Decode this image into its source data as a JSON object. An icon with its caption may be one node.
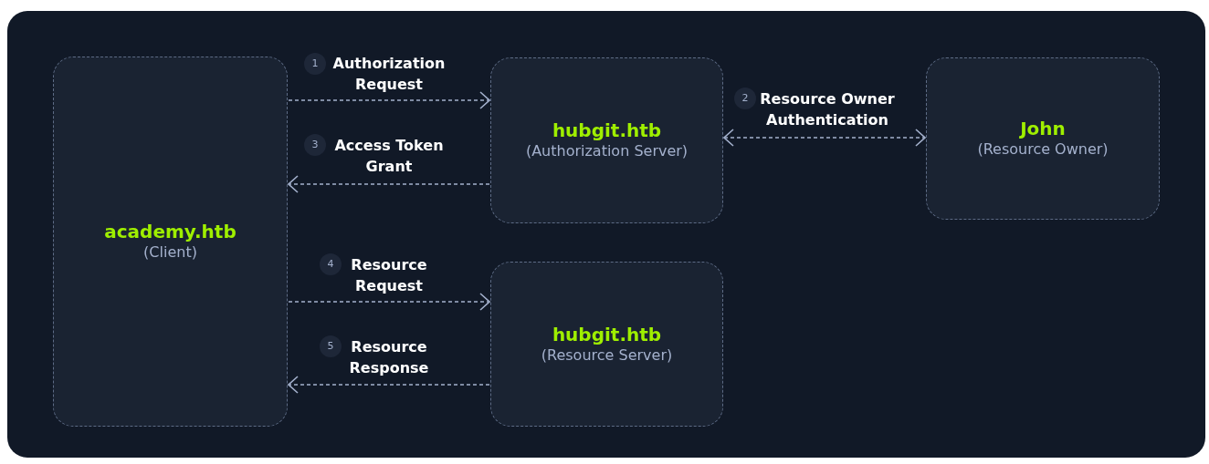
{
  "diagram": {
    "nodes": [
      {
        "text": [
          "academy.htb",
          "(Client)"
        ]
      },
      {
        "text": [
          "hubgit.htb",
          "(Authorization Server)"
        ]
      },
      {
        "text": [
          "John",
          "(Resource Owner)"
        ]
      },
      {
        "text": [
          "hubgit.htb",
          "(Resource Server)"
        ]
      }
    ],
    "edges": [
      {
        "from": 0,
        "to": 1,
        "arrow": "to",
        "label": "Authorization Request",
        "style": "dashed"
      },
      {
        "from": 1,
        "to": 2,
        "arrow": "both",
        "label": "Resource Owner Authentication",
        "style": "dashed"
      },
      {
        "from": 1,
        "to": 0,
        "arrow": "to",
        "label": "Access Token Grant",
        "style": "dashed"
      },
      {
        "from": 0,
        "to": 3,
        "arrow": "to",
        "label": "Resource Request",
        "style": "dashed"
      },
      {
        "from": 3,
        "to": 0,
        "arrow": "to",
        "label": "Resource Response",
        "style": "dashed"
      }
    ],
    "labels": [
      "1",
      "2",
      "3",
      "4",
      "5"
    ]
  }
}
